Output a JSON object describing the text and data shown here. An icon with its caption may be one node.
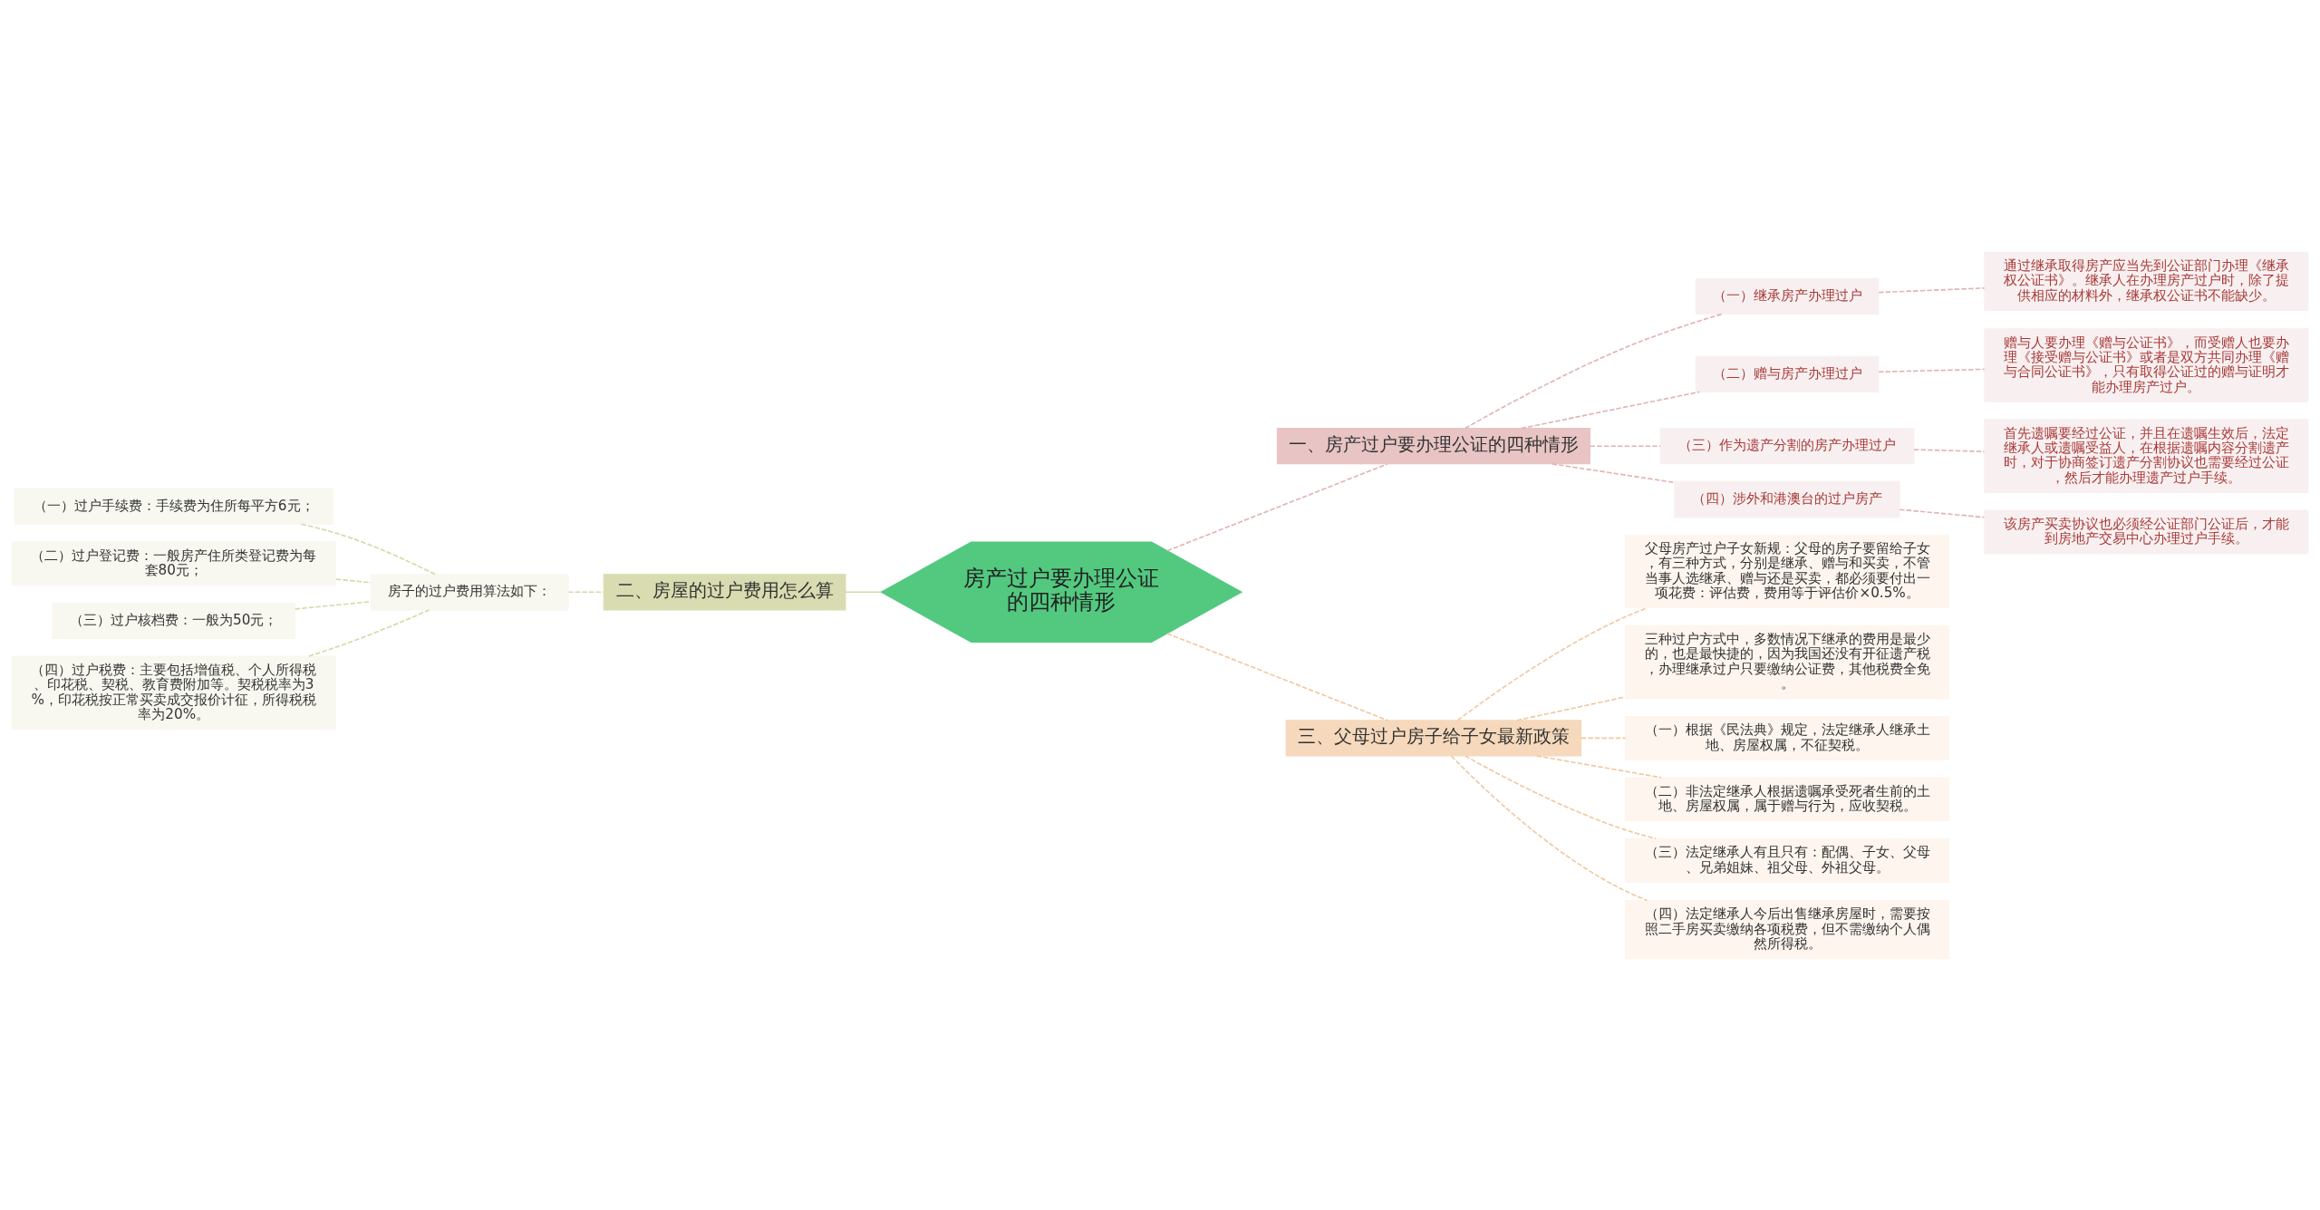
{
  "diagram": {
    "nodes": [
      {
        "text": [
          "房产过户要办理公证的四种情形"
        ]
      },
      {
        "text": [
          "一、房产过户要办理公证的四种情形"
        ]
      },
      {
        "text": [
          "（一）继承房产办理过户"
        ]
      },
      {
        "text": [
          "通过继承取得房产应当先到公证部门办理《继承权公证书》。继承人在办理房产过户时，除了提供相应的材料外，继承权公证书不能缺少。"
        ]
      },
      {
        "text": [
          "（二）赠与房产办理过户"
        ]
      },
      {
        "text": [
          "赠与人要办理《赠与公证书》，而受赠人也要办理《接受赠与公证书》或者是双方共同办理《赠与合同公证书》，只有取得公证过的赠与证明才能办理房产过户。"
        ]
      },
      {
        "text": [
          "（三）作为遗产分割的房产办理过户"
        ]
      },
      {
        "text": [
          "首先遗嘱要经过公证，并且在遗嘱生效后，法定继承人或遗嘱受益人，在根据遗嘱内容分割遗产时，对于协商签订遗产分割协议也需要经过公证，然后才能办理遗产过户手续。"
        ]
      },
      {
        "text": [
          "（四）涉外和港澳台的过户房产"
        ]
      },
      {
        "text": [
          "该房产买卖协议也必须经公证部门公证后，才能到房地产交易中心办理过户手续。"
        ]
      },
      {
        "text": [
          "二、房屋的过户费用怎么算"
        ]
      },
      {
        "text": [
          "房子的过户费用算法如下："
        ]
      },
      {
        "text": [
          "（一）过户手续费：手续费为住所每平方6元；"
        ]
      },
      {
        "text": [
          "（二）过户登记费：一般房产住所类登记费为每套80元；"
        ]
      },
      {
        "text": [
          "（三）过户核档费：一般为50元；"
        ]
      },
      {
        "text": [
          "（四）过户税费：主要包括增值税、个人所得税、印花税、契税、教育费附加等。契税税率为3%，印花税按正常买卖成交报价计征，所得税税率为20%。"
        ]
      },
      {
        "text": [
          "三、父母过户房子给子女最新政策"
        ]
      },
      {
        "text": [
          "父母房产过户子女新规：父母的房子要留给子女，有三种方式，分别是继承、赠与和买卖，不管当事人选继承、赠与还是买卖，都必须要付出一项花费：评估费，费用等于评估价×0.5%。"
        ]
      },
      {
        "text": [
          "三种过户方式中，多数情况下继承的费用是最少的，也是最快捷的，因为我国还没有开征遗产税，办理继承过户只要缴纳公证费，其他税费全免。"
        ]
      },
      {
        "text": [
          "（一）根据《民法典》规定，法定继承人继承土地、房屋权属，不征契税。"
        ]
      },
      {
        "text": [
          "（二）非法定继承人根据遗嘱承受死者生前的土地、房屋权属，属于赠与行为，应收契税。"
        ]
      },
      {
        "text": [
          "（三）法定继承人有且只有：配偶、子女、父母、兄弟姐妹、祖父母、外祖父母。"
        ]
      },
      {
        "text": [
          "（四）法定继承人今后出售继承房屋时，需要按照二手房买卖缴纳各项税费，但不需缴纳个人偶然所得税。"
        ]
      }
    ],
    "edges": [
      {
        "from": 0,
        "to": 1,
        "arrow": "none",
        "style": "dashed",
        "color": "#e0b4b4"
      },
      {
        "from": 1,
        "to": 2,
        "arrow": "none",
        "style": "dashed",
        "color": "#e0b4b4"
      },
      {
        "from": 2,
        "to": 3,
        "arrow": "none",
        "style": "dashed",
        "color": "#e0b4b4"
      },
      {
        "from": 1,
        "to": 4,
        "arrow": "none",
        "style": "dashed",
        "color": "#e0b4b4"
      },
      {
        "from": 4,
        "to": 5,
        "arrow": "none",
        "style": "dashed",
        "color": "#e0b4b4"
      },
      {
        "from": 1,
        "to": 6,
        "arrow": "none",
        "style": "dashed",
        "color": "#e0b4b4"
      },
      {
        "from": 6,
        "to": 7,
        "arrow": "none",
        "style": "dashed",
        "color": "#e0b4b4"
      },
      {
        "from": 1,
        "to": 8,
        "arrow": "none",
        "style": "dashed",
        "color": "#e0b4b4"
      },
      {
        "from": 8,
        "to": 9,
        "arrow": "none",
        "style": "dashed",
        "color": "#e0b4b4"
      },
      {
        "from": 0,
        "to": 10,
        "arrow": "none",
        "color": "#d4d8a8"
      },
      {
        "from": 10,
        "to": 11,
        "arrow": "none",
        "style": "dashed",
        "color": "#d4d8a8"
      },
      {
        "from": 11,
        "to": 12,
        "arrow": "none",
        "style": "dashed",
        "color": "#d4d8a8"
      },
      {
        "from": 11,
        "to": 13,
        "arrow": "none",
        "style": "dashed",
        "color": "#d4d8a8"
      },
      {
        "from": 11,
        "to": 14,
        "arrow": "none",
        "style": "dashed",
        "color": "#d4d8a8"
      },
      {
        "from": 11,
        "to": 15,
        "arrow": "none",
        "style": "dashed",
        "color": "#d4d8a8"
      },
      {
        "from": 0,
        "to": 16,
        "arrow": "none",
        "style": "dashed",
        "color": "#f0c8a0"
      },
      {
        "from": 16,
        "to": 17,
        "arrow": "none",
        "style": "dashed",
        "color": "#f0c8a0"
      },
      {
        "from": 16,
        "to": 18,
        "arrow": "none",
        "style": "dashed",
        "color": "#f0c8a0"
      },
      {
        "from": 16,
        "to": 19,
        "arrow": "none",
        "style": "dashed",
        "color": "#f0c8a0"
      },
      {
        "from": 16,
        "to": 20,
        "arrow": "none",
        "style": "dashed",
        "color": "#f0c8a0"
      },
      {
        "from": 16,
        "to": 21,
        "arrow": "none",
        "style": "dashed",
        "color": "#f0c8a0"
      },
      {
        "from": 16,
        "to": 22,
        "arrow": "none",
        "style": "dashed",
        "color": "#f0c8a0"
      }
    ]
  }
}
